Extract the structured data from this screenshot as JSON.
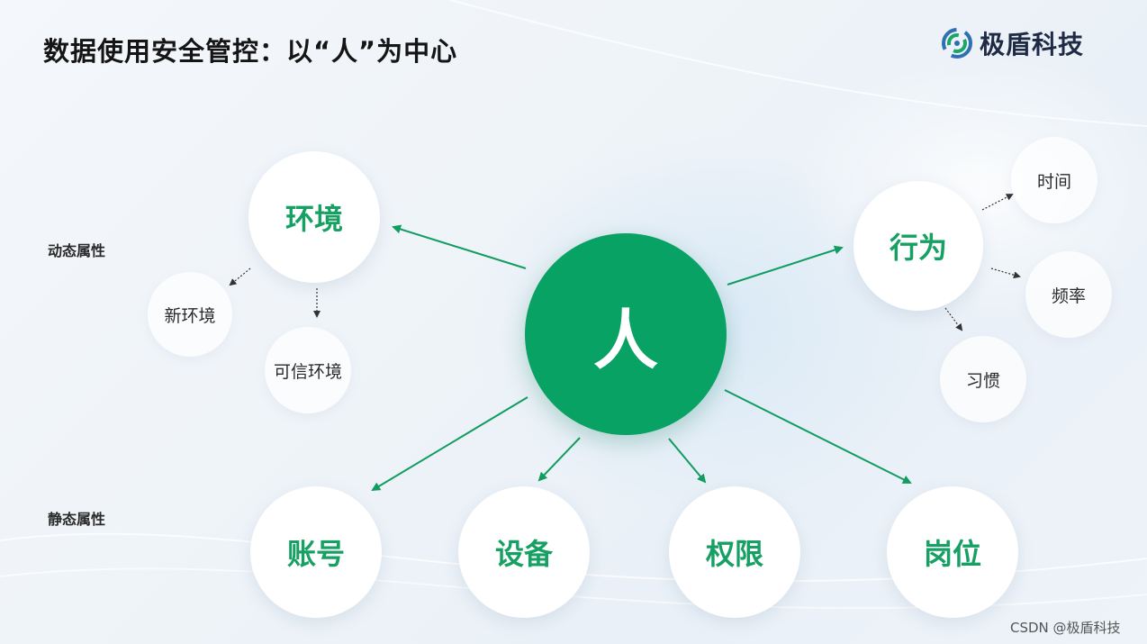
{
  "title": "数据使用安全管控：以“人”为中心",
  "logo": {
    "text": "极盾科技",
    "icon": "shield-swirl-logo"
  },
  "labels": {
    "dynamic": "动态属性",
    "static": "静态属性"
  },
  "center": {
    "text": "人"
  },
  "dynamic_nodes": {
    "environment": {
      "text": "环境",
      "children": [
        "新环境",
        "可信环境"
      ]
    },
    "behavior": {
      "text": "行为",
      "children": [
        "时间",
        "频率",
        "习惯"
      ]
    }
  },
  "static_nodes": [
    "账号",
    "设备",
    "权限",
    "岗位"
  ],
  "watermark": "CSDN @极盾科技",
  "colors": {
    "accent_green": "#08a264",
    "arrow_green": "#129c5f",
    "dotted_arrow": "#333333"
  }
}
